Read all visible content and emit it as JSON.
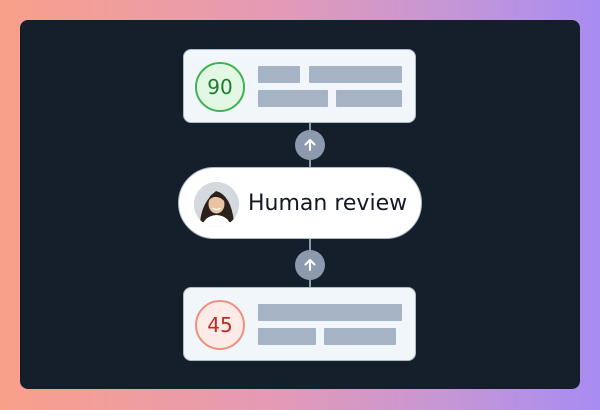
{
  "top_card": {
    "score": "90",
    "status_color": "#3eb34f"
  },
  "review_node": {
    "label": "Human review"
  },
  "bottom_card": {
    "score": "45",
    "status_color": "#ef8f7f"
  },
  "icons": {
    "arrow": "arrow-up-icon",
    "avatar": "person-avatar"
  }
}
